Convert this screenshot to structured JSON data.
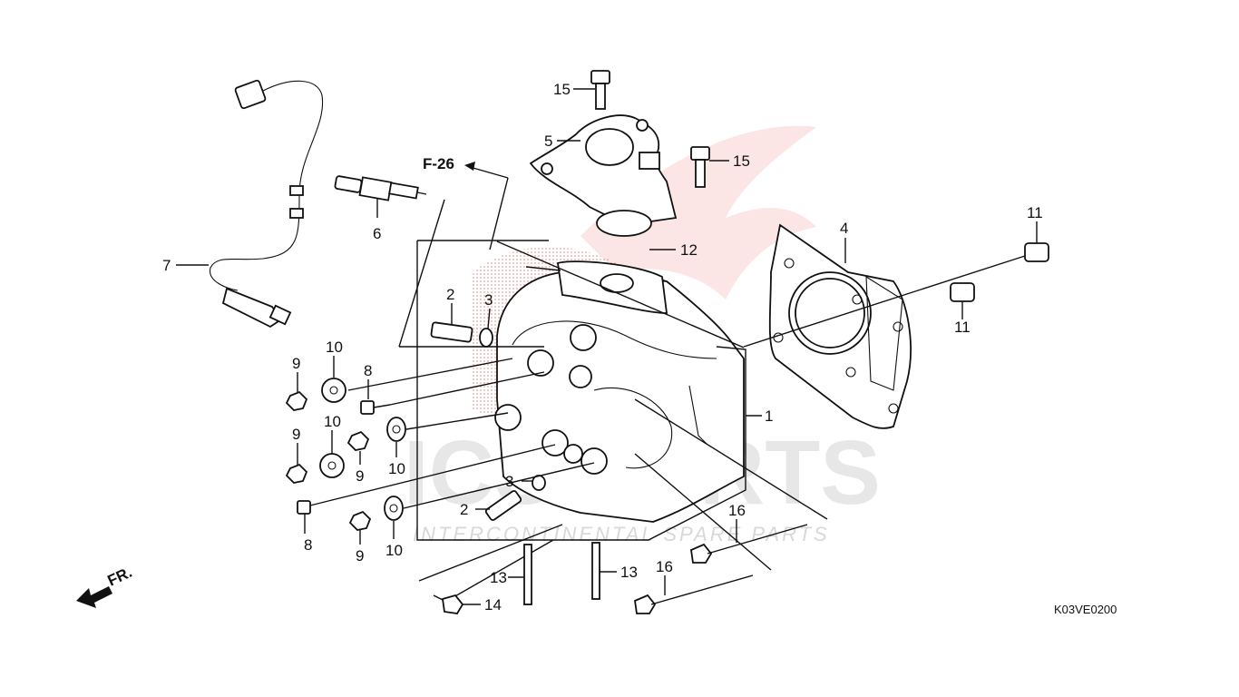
{
  "diagram": {
    "code": "K03VE0200",
    "ref_label": "F-26",
    "front_label": "FR.",
    "watermark": {
      "brand": "ICS PARTS",
      "tagline": "INTERCONTINENTAL SPARE PARTS",
      "accent": "#e8262d"
    },
    "callouts": {
      "c1": "1",
      "c2a": "2",
      "c2b": "2",
      "c3a": "3",
      "c3b": "3",
      "c4": "4",
      "c5": "5",
      "c6": "6",
      "c7": "7",
      "c8a": "8",
      "c8b": "8",
      "c9a": "9",
      "c9b": "9",
      "c9c": "9",
      "c9d": "9",
      "c10a": "10",
      "c10b": "10",
      "c10c": "10",
      "c10d": "10",
      "c11a": "11",
      "c11b": "11",
      "c12": "12",
      "c13a": "13",
      "c13b": "13",
      "c14": "14",
      "c15a": "15",
      "c15b": "15",
      "c16a": "16",
      "c16b": "16"
    }
  }
}
